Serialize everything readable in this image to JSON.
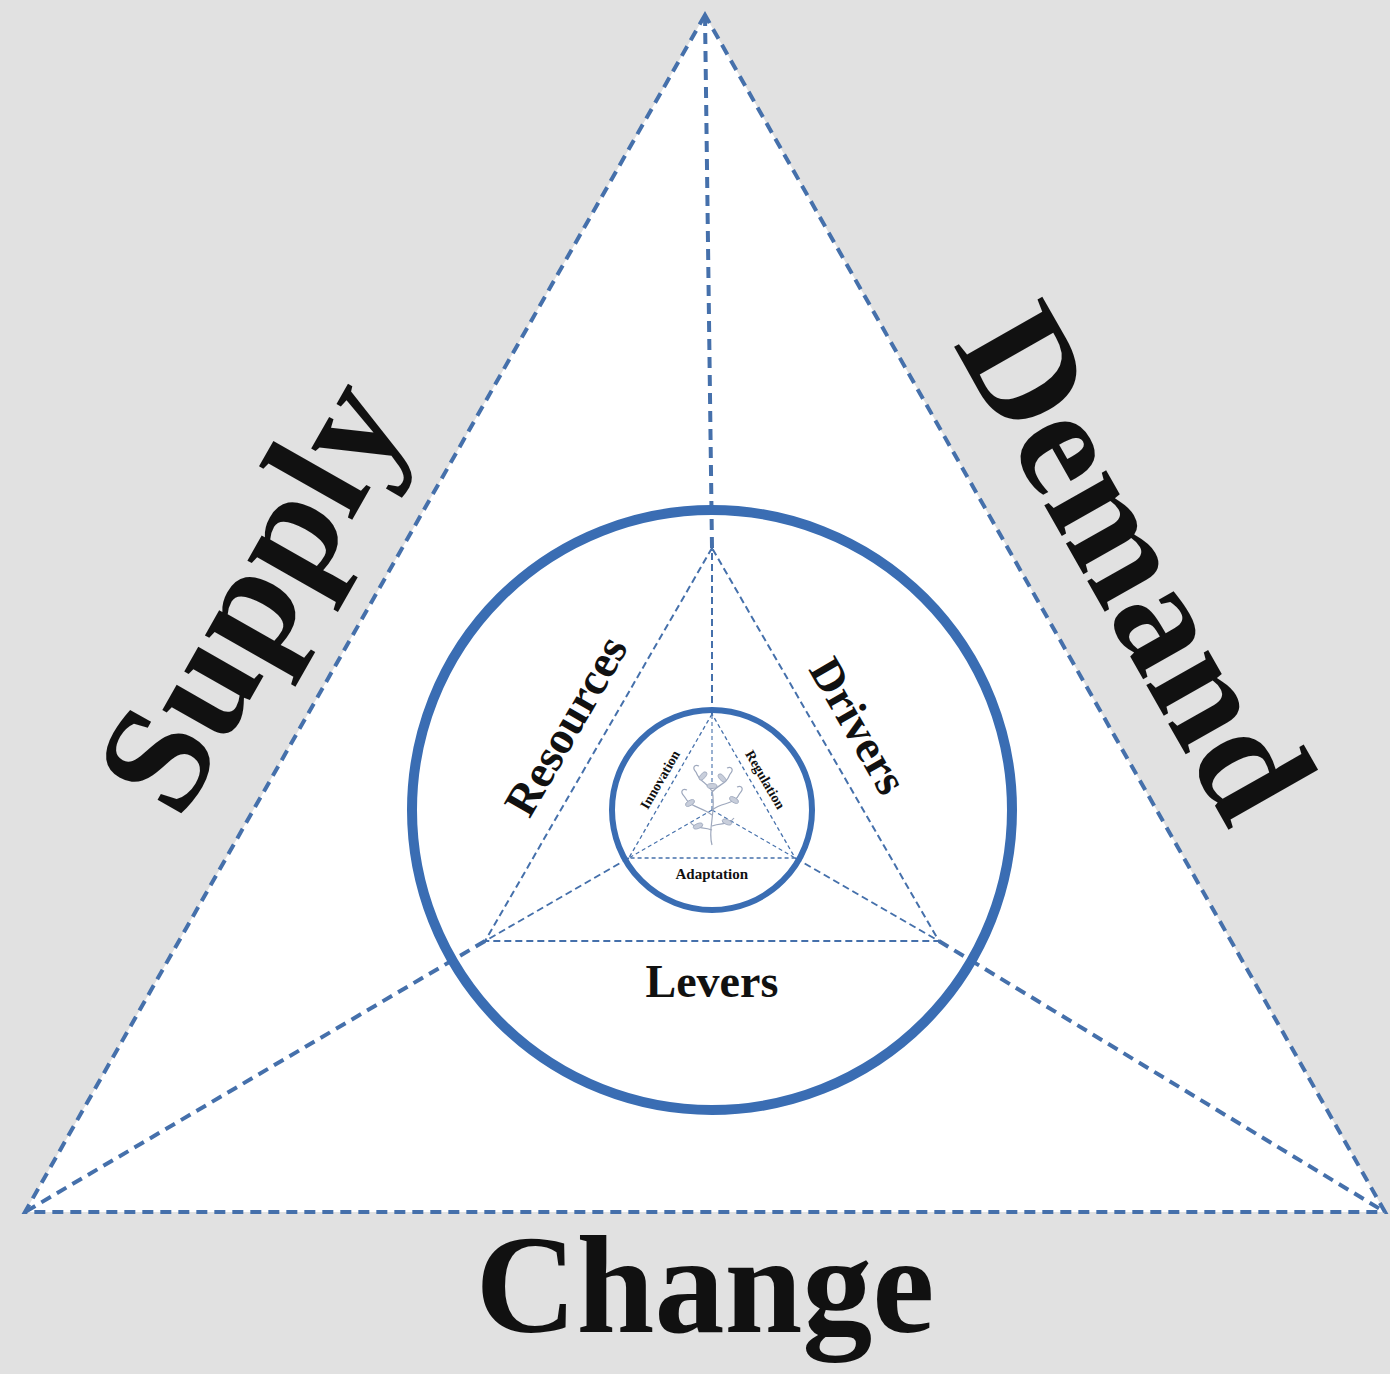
{
  "diagram": {
    "nodes": [
      {
        "text": [
          "Supply",
          "Demand",
          "Change"
        ]
      },
      {
        "text": [
          "Resources",
          "Drivers",
          "Levers"
        ],
        "in": 0
      },
      {
        "text": [
          "Innovation",
          "Regulation",
          "Adaptation"
        ],
        "in": 1
      }
    ]
  }
}
